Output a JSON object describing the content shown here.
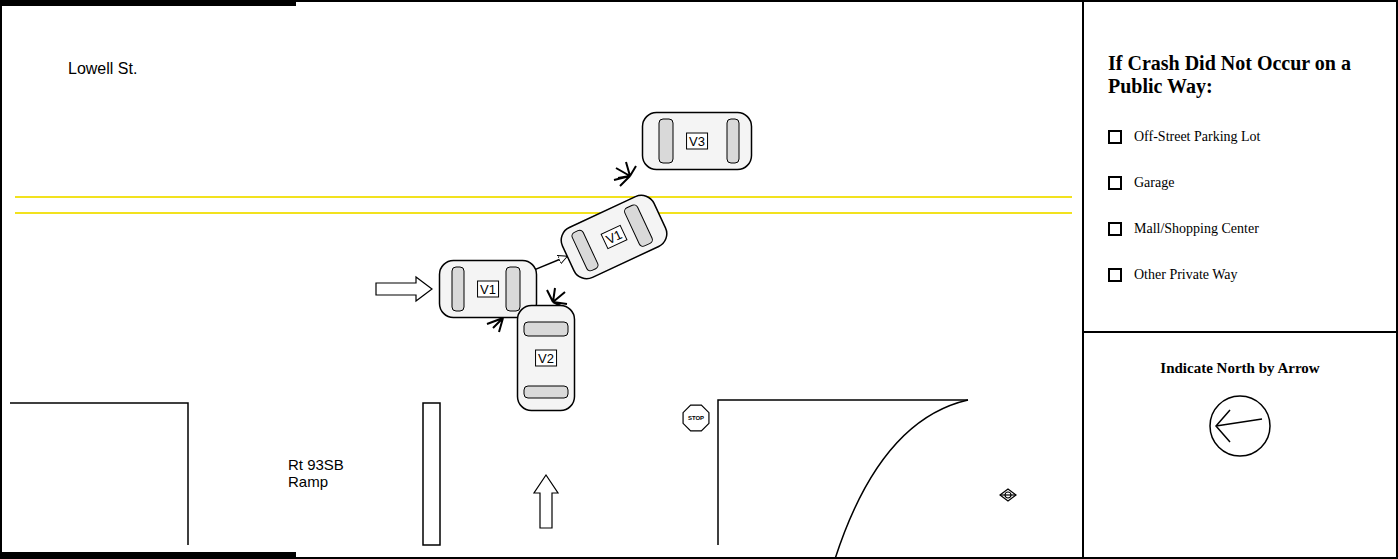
{
  "diagram": {
    "nodes": [
      {
        "text": [
          "If Crash Did Not Occur on a Public Way:",
          "Off-Street Parking Lot",
          "Garage",
          "Mall/Shopping Center",
          "Other Private Way"
        ]
      },
      {
        "text": [
          "Indicate North by Arrow"
        ]
      },
      {
        "text": [
          "V3"
        ]
      },
      {
        "text": [
          "V1"
        ]
      },
      {
        "text": [
          "V1"
        ]
      },
      {
        "text": [
          "V2"
        ]
      },
      {
        "text": [
          "STOP"
        ]
      }
    ],
    "edges": [
      {
        "from": 3,
        "to": 4,
        "arrow": "to"
      }
    ],
    "labels": [
      "Lowell St.",
      "Rt 93SB Ramp"
    ]
  }
}
